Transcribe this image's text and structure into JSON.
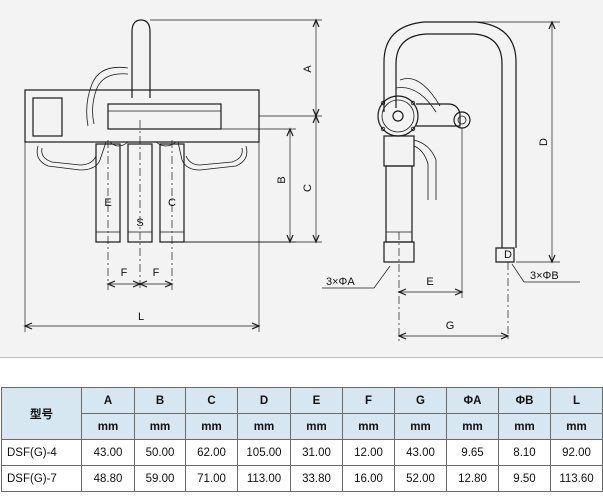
{
  "drawing": {
    "dimension_labels": {
      "A": "A",
      "B": "B",
      "C": "C",
      "D": "D",
      "E": "E",
      "F": "F",
      "G": "G",
      "L": "L"
    },
    "port_letters": [
      "E",
      "S",
      "C"
    ],
    "callouts": {
      "port_a": "3×ΦA",
      "port_b": "3×ΦB"
    }
  },
  "table": {
    "model_header": "型号",
    "columns": [
      "A",
      "B",
      "C",
      "D",
      "E",
      "F",
      "G",
      "ΦA",
      "ΦB",
      "L"
    ],
    "units": [
      "mm",
      "mm",
      "mm",
      "mm",
      "mm",
      "mm",
      "mm",
      "mm",
      "mm",
      "mm"
    ],
    "rows": [
      {
        "model": "DSF(G)-4",
        "values": [
          "43.00",
          "50.00",
          "62.00",
          "105.00",
          "31.00",
          "12.00",
          "43.00",
          "9.65",
          "8.10",
          "92.00"
        ]
      },
      {
        "model": "DSF(G)-7",
        "values": [
          "48.80",
          "59.00",
          "71.00",
          "113.00",
          "33.80",
          "16.00",
          "52.00",
          "12.80",
          "9.50",
          "113.60"
        ]
      }
    ]
  }
}
